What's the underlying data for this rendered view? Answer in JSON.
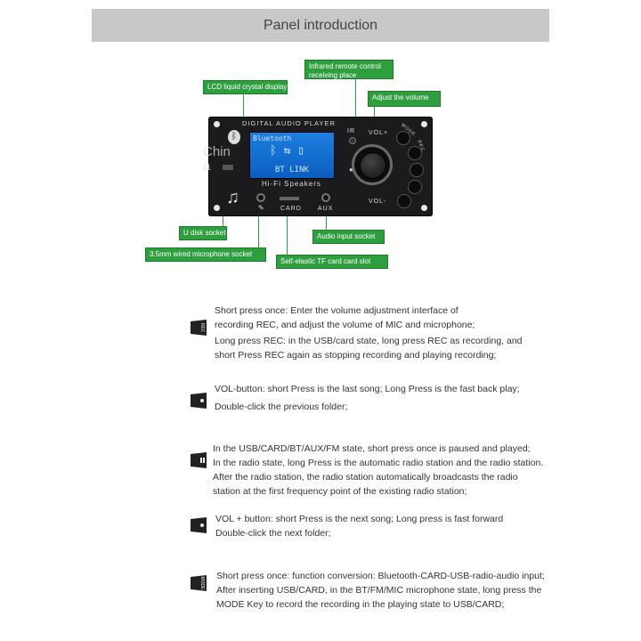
{
  "header": {
    "title": "Panel introduction"
  },
  "callouts": {
    "lcd": "LCD liquid crystal display",
    "ir": "Infrared remote control receiving place",
    "volume": "Adjust the volume",
    "udisk": "U disk socket",
    "mic": "3.5mm wired microphone socket",
    "tf": "Self-elastic TF card card slot",
    "audio_in": "Audio input socket"
  },
  "panel": {
    "title": "DIGITAL AUDIO PLAYER",
    "lcd_line1": "Bluetooth",
    "lcd_line2": "BT LINK",
    "hifi": "Hi-Fi Speakers",
    "ir_label": "IR",
    "vol_plus": "VOL+",
    "vol_minus": "VOL-",
    "mode": "MODE",
    "rec": "REC",
    "card": "CARD",
    "aux": "AUX",
    "watermark": "Chin a"
  },
  "descriptions": [
    {
      "icon": "REC",
      "lines": [
        "Short press once: Enter the volume adjustment interface of",
        "recording REC, and adjust the volume of MIC and microphone;",
        "Long press REC: in the USB/card state, long press REC as recording, and",
        "short Press REC again as stopping recording and playing recording;"
      ]
    },
    {
      "icon": "VOL-",
      "lines": [
        "VOL-button: short Press is the last song; Long Press is the fast back play;",
        "Double-click the previous folder;"
      ]
    },
    {
      "icon": "PLAY",
      "lines": [
        "In the USB/CARD/BT/AUX/FM state, short press once is paused and played;",
        "In the radio state, long Press is the automatic radio station and the radio station.",
        "After the radio station, the radio station automatically broadcasts the radio",
        "station at the first frequency point of the existing radio station;"
      ]
    },
    {
      "icon": "VOL+",
      "lines": [
        "VOL + button: short Press is the next song; Long press is fast forward",
        "Double-click the next folder;"
      ]
    },
    {
      "icon": "MODE",
      "lines": [
        "Short press once: function conversion: Bluetooth-CARD-USB-radio-audio input;",
        "After inserting USB/CARD, in the BT/FM/MIC microphone state, long press the",
        "MODE Key to record the recording in the playing state to USB/CARD;"
      ]
    }
  ]
}
